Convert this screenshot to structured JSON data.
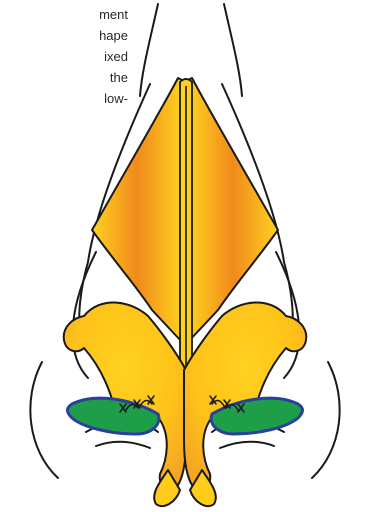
{
  "caption": {
    "lines": [
      "ment",
      "hape",
      "ixed",
      "the",
      "low-"
    ]
  },
  "illustration": {
    "subject": "nasal tip and lateral crura with sutured cartilage grafts",
    "colors": {
      "outline": "#1a1a1a",
      "cartilage_yellow": "#ffd21f",
      "cartilage_orange": "#f5a623",
      "cartilage_center": "#f08a1c",
      "graft_green": "#1f9e4a",
      "graft_blue": "#2a3f9e",
      "background": "#ffffff"
    }
  }
}
